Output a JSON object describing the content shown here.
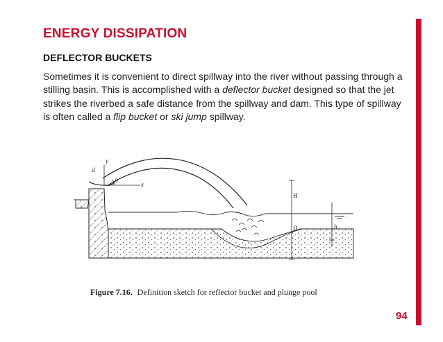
{
  "slide": {
    "title": "ENERGY DISSIPATION",
    "subtitle": "DEFLECTOR BUCKETS",
    "body": {
      "seg1": "Sometimes it is convenient to direct spillway into the river without passing through a stilling basin. This is accomplished with a ",
      "em1": "deflector bucket",
      "seg2": " designed so that the jet strikes the riverbed a safe distance from the spillway and dam. This type of spillway is often called a ",
      "em2": "flip bucket",
      "seg3": " or ",
      "em3": "ski jump",
      "seg4": " spillway."
    },
    "page_number": "94",
    "accent_color": "#c8102e"
  },
  "figure": {
    "caption_label": "Figure 7.16.",
    "caption_text": "Definition sketch for reflector bucket and plunge pool",
    "labels": {
      "d": "d",
      "y": "y",
      "theta": "θ",
      "x": "x",
      "H": "H",
      "D": "D",
      "h": "h"
    }
  }
}
